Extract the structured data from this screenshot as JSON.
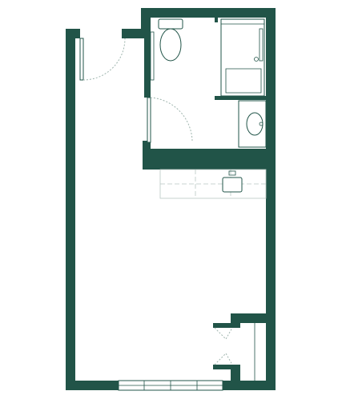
{
  "plan": {
    "wall_color": "#215448",
    "background_color": "#ffffff",
    "rooms": [
      "bathroom",
      "kitchenette",
      "studio-living"
    ],
    "fixtures": [
      "toilet",
      "shower",
      "bathroom-sink",
      "kitchen-sink",
      "kitchen-counter",
      "closet"
    ],
    "openings": [
      "entry-door",
      "bathroom-door",
      "closet-doors",
      "window"
    ]
  }
}
